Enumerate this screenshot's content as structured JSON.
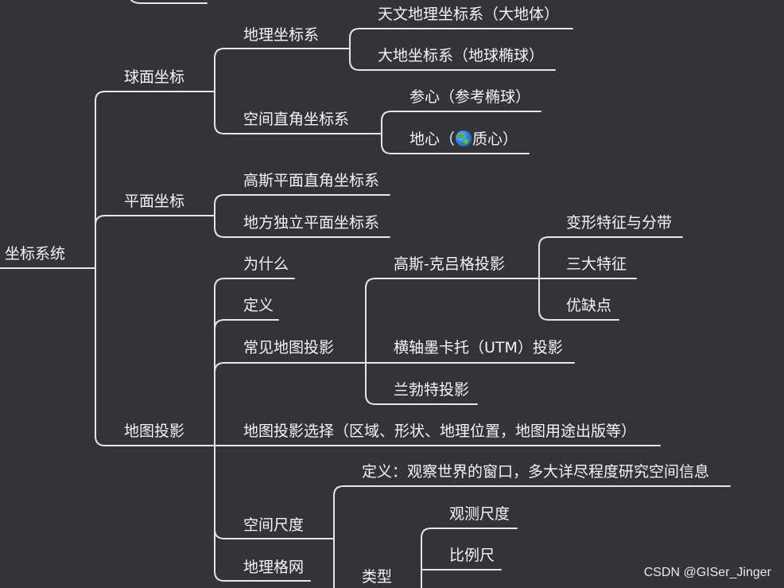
{
  "root": "坐标系统",
  "branches": {
    "spherical": "球面坐标",
    "planar": "平面坐标",
    "projection": "地图投影"
  },
  "spherical": {
    "geographic": "地理坐标系",
    "astro": "天文地理坐标系（大地体）",
    "geodetic": "大地坐标系（地球椭球）",
    "cartesian": "空间直角坐标系",
    "reference_center": "参心（参考椭球）",
    "geo_center_prefix": "地心（",
    "geo_center_icon": "globe-icon",
    "geo_center_suffix": "质心）"
  },
  "planar": {
    "gauss_plane": "高斯平面直角坐标系",
    "local_plane": "地方独立平面坐标系"
  },
  "projection": {
    "why": "为什么",
    "definition": "定义",
    "common": "常见地图投影",
    "gauss_kruger": "高斯-克吕格投影",
    "deformation": "变形特征与分带",
    "three_features": "三大特征",
    "pros_cons": "优缺点",
    "utm": "横轴墨卡托（UTM）投影",
    "lambert": "兰勃特投影",
    "selection": "地图投影选择（区域、形状、地理位置，地图用途出版等）",
    "spatial_scale": "空间尺度",
    "scale_definition": "定义：观察世界的窗口，多大详尽程度研究空间信息",
    "types": "类型",
    "observation_scale": "观测尺度",
    "ratio_scale": "比例尺",
    "graticule": "地理格网"
  },
  "watermark": "CSDN @GISer_Jinger",
  "colors": {
    "background": "#333439",
    "line": "#e6e6e6",
    "text": "#f4f4f4"
  }
}
